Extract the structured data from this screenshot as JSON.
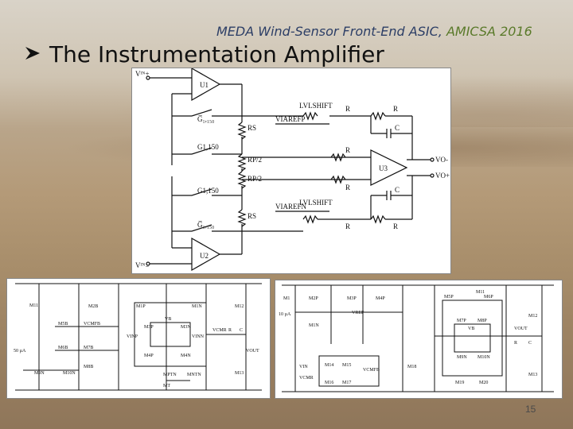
{
  "slide": {
    "header_main": "MEDA Wind-Sensor Front-End ASIC,",
    "header_conf": "AMICSA 2016",
    "title": "The Instrumentation Amplifier",
    "page_number": "15"
  },
  "top_schematic": {
    "labels": {
      "vinp": "Vᴵᴺ+",
      "vinn": "Vᴵᴺ₋",
      "u1": "U1",
      "u2": "U2",
      "u3": "U3",
      "g1_top_bar": "G̅₁,₁₅₀",
      "g1_top": "G1,150",
      "g1_bot": "G1,150",
      "g1_bot_bar": "G̅₁,₁₅₀",
      "rs_top": "RS",
      "rs_bot": "RS",
      "rp2_a": "RP/2",
      "rp2_b": "RP/2",
      "viarefp": "VIAREFP",
      "viarefn": "VIAREFN",
      "lvl_top": "LVLSHIFT",
      "lvl_bot": "LVLSHIFT",
      "r": "R",
      "c": "C",
      "vom": "VO-",
      "vop": "VO+"
    }
  },
  "bottom_left_schematic": {
    "labels": [
      "M11",
      "M2B",
      "M1P",
      "M1N",
      "M3P",
      "M3N",
      "M4P",
      "M4N",
      "VCMFB",
      "VCMR",
      "M5B",
      "M6B",
      "M7B",
      "M8B",
      "VINP",
      "VINN",
      "VB",
      "VOUT",
      "50 µA",
      "M9N",
      "M10N",
      "MT",
      "M12",
      "M13",
      "MPTN",
      "MNTN",
      "R",
      "C"
    ]
  },
  "bottom_right_schematic": {
    "labels": [
      "M1",
      "M2P",
      "M3P",
      "M4P",
      "M1N",
      "10 µA",
      "M5P",
      "M6P",
      "M7P",
      "M8P",
      "VREF",
      "VB",
      "M9N",
      "M10N",
      "M11",
      "M12",
      "M13",
      "R",
      "C",
      "VCMFB",
      "VOUT",
      "VIN",
      "VCMR",
      "M14",
      "M15",
      "M16",
      "M17",
      "M18",
      "M19",
      "M20"
    ]
  }
}
